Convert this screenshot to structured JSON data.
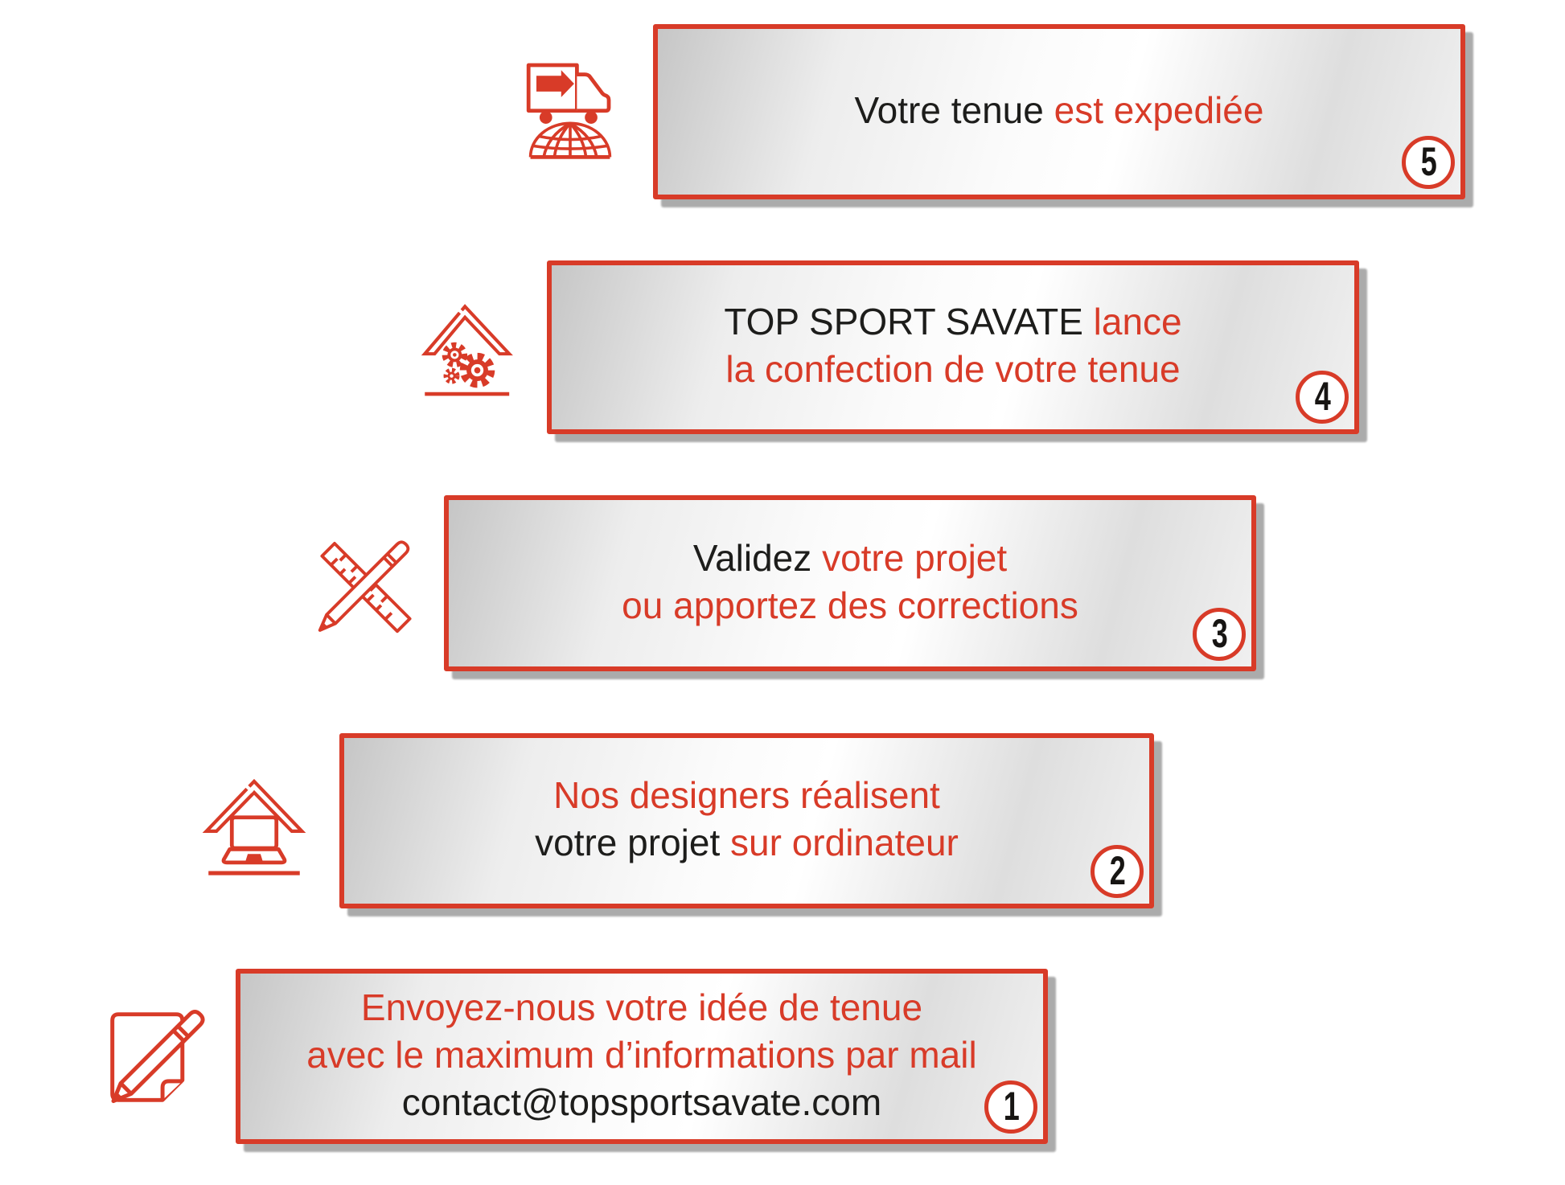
{
  "colors": {
    "red": "#d83b28",
    "text_black": "#1d1d1b",
    "box_border": "#d83b28",
    "box_shadow": "#ababab",
    "number_black": "#171513"
  },
  "steps": [
    {
      "number": "1",
      "icon": "note-pencil-icon",
      "lines": [
        {
          "segments": [
            {
              "text": "Envoyez-nous votre idée de tenue",
              "color": "red"
            }
          ]
        },
        {
          "segments": [
            {
              "text": "avec le maximum d’informations par mail",
              "color": "red"
            }
          ]
        },
        {
          "segments": [
            {
              "text": "contact@topsportsavate.com",
              "color": "black"
            }
          ]
        }
      ]
    },
    {
      "number": "2",
      "icon": "computer-design-icon",
      "lines": [
        {
          "segments": [
            {
              "text": "Nos designers réalisent",
              "color": "red"
            }
          ]
        },
        {
          "segments": [
            {
              "text": "votre projet ",
              "color": "black"
            },
            {
              "text": "sur ordinateur",
              "color": "red"
            }
          ]
        }
      ]
    },
    {
      "number": "3",
      "icon": "ruler-pencil-icon",
      "lines": [
        {
          "segments": [
            {
              "text": "Validez ",
              "color": "black"
            },
            {
              "text": "votre projet",
              "color": "red"
            }
          ]
        },
        {
          "segments": [
            {
              "text": "ou apportez des corrections",
              "color": "red"
            }
          ]
        }
      ]
    },
    {
      "number": "4",
      "icon": "workshop-gears-icon",
      "lines": [
        {
          "segments": [
            {
              "text": "TOP SPORT SAVATE ",
              "color": "black"
            },
            {
              "text": "lance",
              "color": "red"
            }
          ]
        },
        {
          "segments": [
            {
              "text": "la confection de votre tenue",
              "color": "red"
            }
          ]
        }
      ]
    },
    {
      "number": "5",
      "icon": "delivery-truck-globe-icon",
      "lines": [
        {
          "segments": [
            {
              "text": "Votre tenue ",
              "color": "black"
            },
            {
              "text": "est expediée",
              "color": "red"
            }
          ]
        }
      ]
    }
  ]
}
